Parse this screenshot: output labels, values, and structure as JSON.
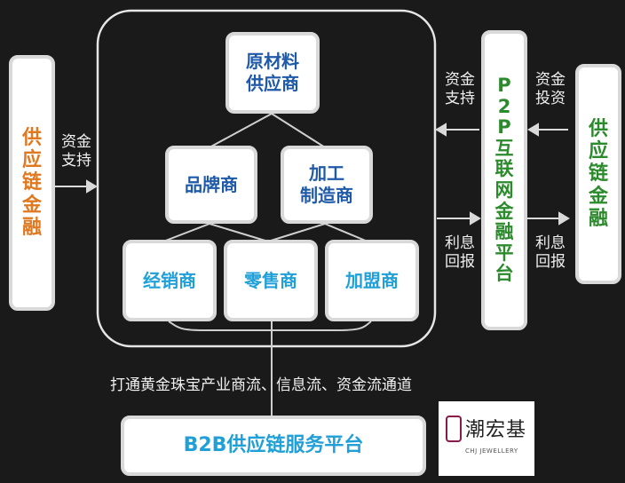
{
  "diagram": {
    "left_box": {
      "chars": [
        "供",
        "应",
        "链",
        "金",
        "融"
      ]
    },
    "left_arrow_label": [
      "资金",
      "支持"
    ],
    "nodes": {
      "raw": [
        "原材料",
        "供应商"
      ],
      "brand": [
        "品牌商"
      ],
      "process": [
        "加工",
        "制造商"
      ],
      "dealer": [
        "经销商"
      ],
      "retail": [
        "零售商"
      ],
      "franchise": [
        "加盟商"
      ]
    },
    "p2p_box": {
      "chars": [
        "P",
        "2",
        "P",
        "互",
        "联",
        "网",
        "金",
        "融",
        "平",
        "台"
      ]
    },
    "right_box": {
      "chars": [
        "供",
        "应",
        "链",
        "金",
        "融"
      ]
    },
    "labels": {
      "p2p_support": [
        "资金",
        "支持"
      ],
      "invest": [
        "资金",
        "投资"
      ],
      "return_left": [
        "利息",
        "回报"
      ],
      "return_right": [
        "利息",
        "回报"
      ]
    },
    "caption": "打通黄金珠宝产业商流、信息流、资金流通道",
    "platform": "B2B供应链服务平台",
    "logo": {
      "mark": "潮宏基",
      "sub": "CHJ JEWELLERY"
    }
  }
}
